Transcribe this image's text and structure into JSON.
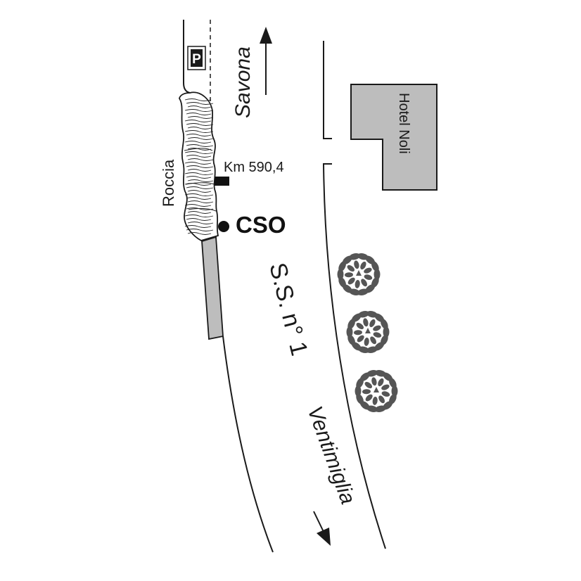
{
  "labels": {
    "parking_symbol": "P",
    "direction_north": "Savona",
    "hotel": "Hotel Noli",
    "rock": "Roccia",
    "km_marker": "Km 590,4",
    "station": "CSO",
    "road_name": "S.S. n° 1",
    "direction_south": "Ventimiglia"
  },
  "colors": {
    "line": "#1a1a1a",
    "building_fill": "#bdbdbd",
    "wall_fill": "#bdbdbd",
    "tree_fill": "#555555"
  },
  "icons": {
    "parking": "parking-sign-icon",
    "north_arrow": "arrow-up-icon",
    "south_arrow": "arrow-down-right-icon",
    "tree": "tree-icon",
    "station": "station-dot-icon",
    "km_marker": "km-marker-icon"
  }
}
